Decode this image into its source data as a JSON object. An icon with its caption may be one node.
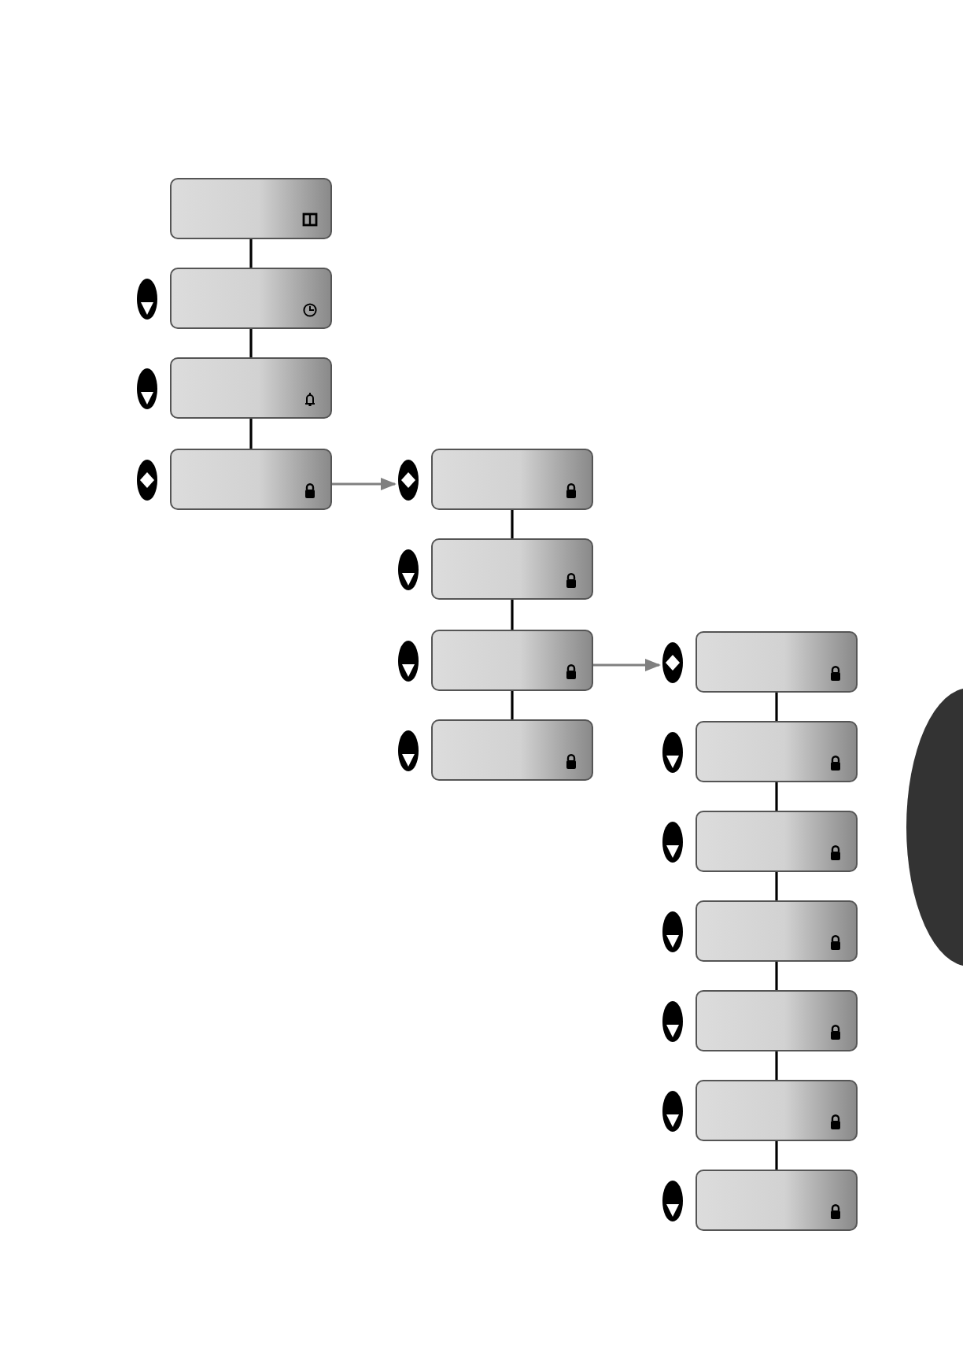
{
  "diagram": {
    "nodes": [
      {
        "text": [],
        "shape": "box"
      },
      {
        "text": [],
        "shape": "box"
      },
      {
        "text": [],
        "shape": "box"
      },
      {
        "text": [],
        "shape": "box"
      },
      {
        "text": [],
        "shape": "box"
      },
      {
        "text": [],
        "shape": "box"
      },
      {
        "text": [],
        "shape": "box"
      },
      {
        "text": [],
        "shape": "box"
      },
      {
        "text": [],
        "shape": "box"
      },
      {
        "text": [],
        "shape": "box"
      },
      {
        "text": [],
        "shape": "box"
      },
      {
        "text": [],
        "shape": "box"
      },
      {
        "text": [],
        "shape": "box"
      },
      {
        "text": [],
        "shape": "box"
      },
      {
        "text": [],
        "shape": "box"
      },
      {
        "text": [],
        "shape": "tab"
      }
    ],
    "edges": [
      {
        "from": 0,
        "to": 1,
        "arrow": "none"
      },
      {
        "from": 1,
        "to": 2,
        "arrow": "none"
      },
      {
        "from": 2,
        "to": 3,
        "arrow": "none"
      },
      {
        "from": 3,
        "to": 4,
        "arrow": "to",
        "color": "#808080"
      },
      {
        "from": 4,
        "to": 5,
        "arrow": "none"
      },
      {
        "from": 5,
        "to": 6,
        "arrow": "none"
      },
      {
        "from": 6,
        "to": 7,
        "arrow": "none"
      },
      {
        "from": 6,
        "to": 8,
        "arrow": "to",
        "color": "#808080"
      },
      {
        "from": 8,
        "to": 9,
        "arrow": "none"
      },
      {
        "from": 9,
        "to": 10,
        "arrow": "none"
      },
      {
        "from": 10,
        "to": 11,
        "arrow": "none"
      },
      {
        "from": 11,
        "to": 12,
        "arrow": "none"
      },
      {
        "from": 12,
        "to": 13,
        "arrow": "none"
      },
      {
        "from": 13,
        "to": 14,
        "arrow": "none"
      }
    ]
  }
}
